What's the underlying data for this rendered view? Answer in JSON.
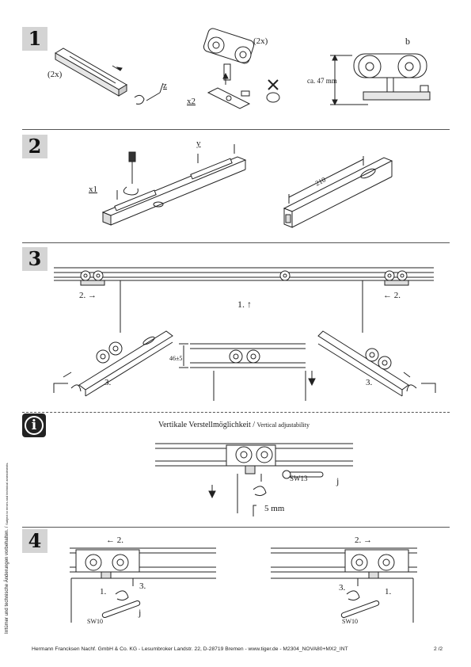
{
  "steps": [
    {
      "number": "1"
    },
    {
      "number": "2"
    },
    {
      "number": "3"
    },
    {
      "number": "4"
    }
  ],
  "step1": {
    "qty_left": "(2x)",
    "qty_top": "(2x)",
    "label_z": "z",
    "label_x2": "x2",
    "label_b": "b",
    "height": "ca. 47 mm"
  },
  "step2": {
    "label_y": "y",
    "label_x1": "x1",
    "dimension": "210"
  },
  "step3": {
    "arrow_left": "2. →",
    "arrow_right": "← 2.",
    "arrow_up": "1. ↑",
    "gap": "46±5",
    "left_step": "3.",
    "right_step": "3."
  },
  "info": {
    "title_de": "Vertikale Verstellmöglichkeit /",
    "title_en": "Vertical adjustability",
    "wrench": "SW13",
    "label_j": "j",
    "travel": "5 mm"
  },
  "step4": {
    "left_arrow": "← 2.",
    "left_step1": "1.",
    "left_step3": "3.",
    "left_wrench": "SW10",
    "left_j": "j",
    "right_arrow": "2. →",
    "right_step3": "3.",
    "right_step1": "1.",
    "right_wrench": "SW10"
  },
  "side_note": {
    "de": "Irrtümer und technische Änderungen vorbehalten. /",
    "en": "Subject to errors and technical amendments."
  },
  "footer": {
    "text": "Hermann Francksen Nachf. GmbH & Co. KG - Lesumbroker Landstr. 22, D-28719 Bremen - www.tiger.de - M2304_NOVA80+MX2_INT",
    "page": "2 /2"
  }
}
